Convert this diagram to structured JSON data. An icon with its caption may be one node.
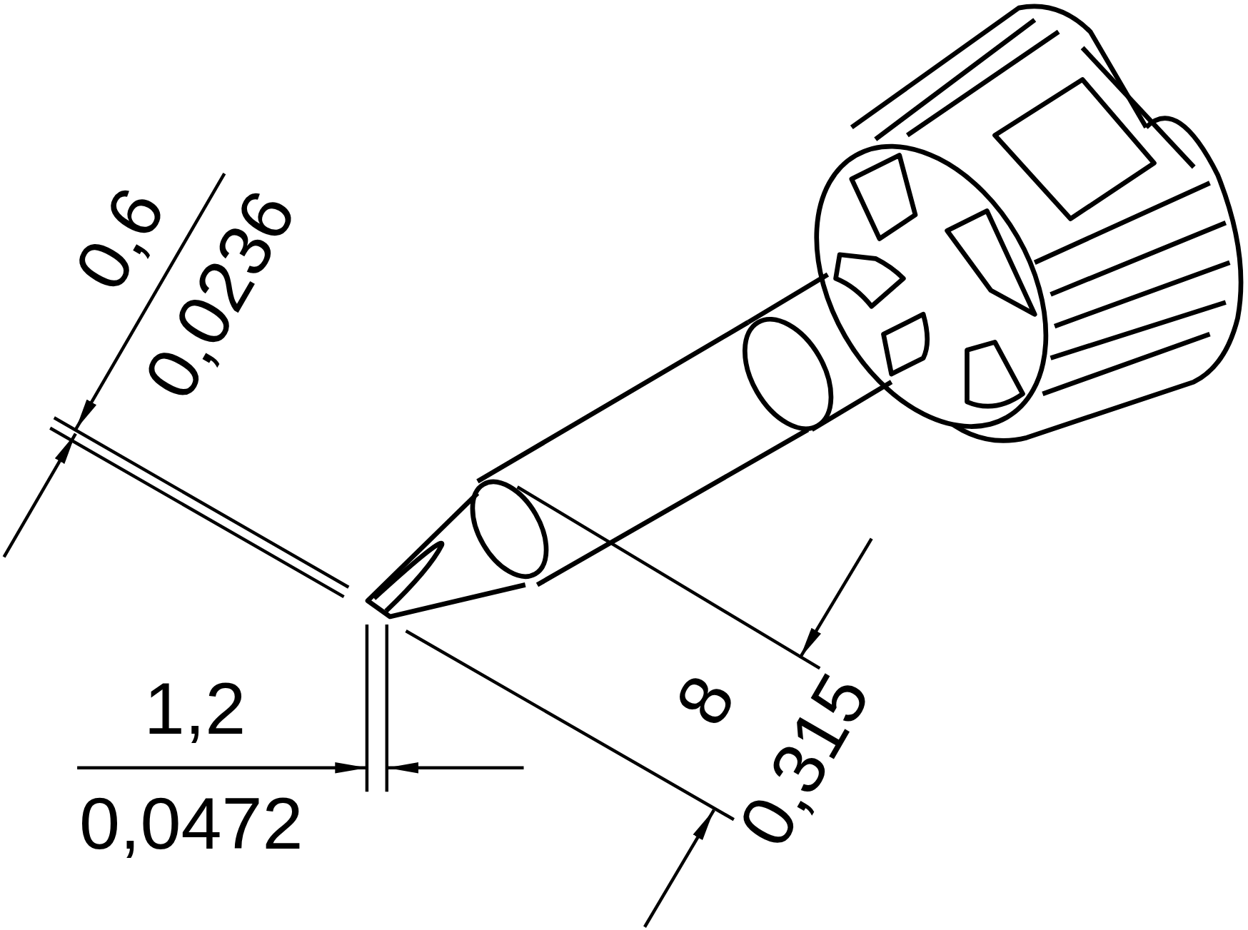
{
  "diagram": {
    "labels": [
      "0,6",
      "0,0236",
      "1,2",
      "0,0472",
      "8",
      "0,315"
    ]
  }
}
